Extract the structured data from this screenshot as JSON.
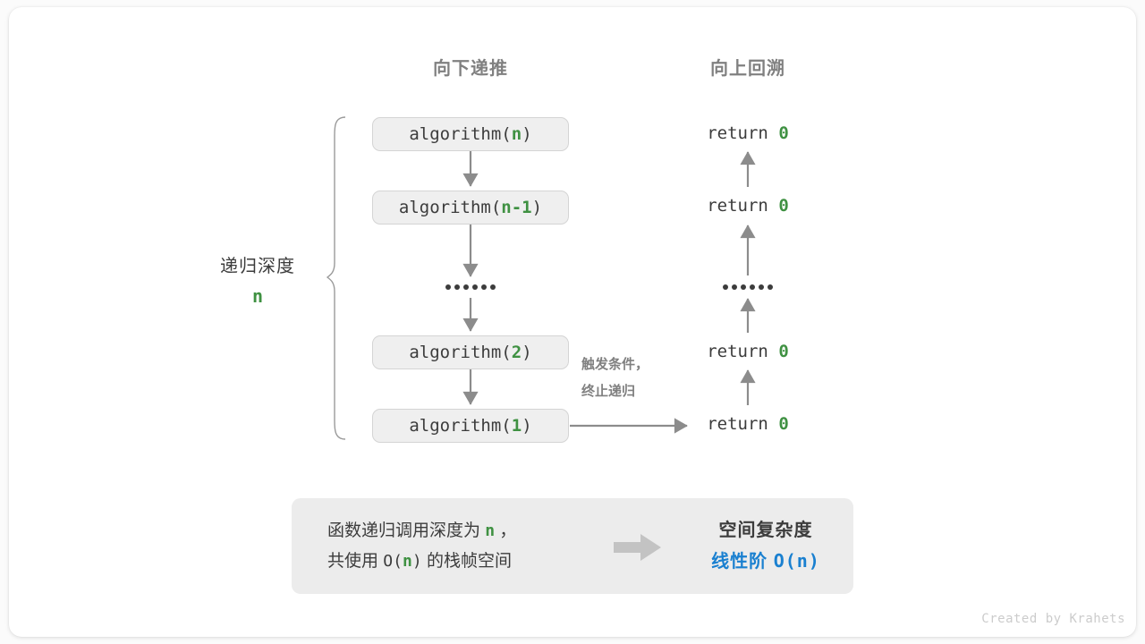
{
  "headers": {
    "down": "向下递推",
    "up": "向上回溯"
  },
  "call_stack": [
    {
      "prefix": "algorithm(",
      "arg": "n",
      "suffix": ")"
    },
    {
      "prefix": "algorithm(",
      "arg": "n-1",
      "suffix": ")"
    },
    {
      "prefix": "algorithm(",
      "arg": "2",
      "suffix": ")"
    },
    {
      "prefix": "algorithm(",
      "arg": "1",
      "suffix": ")"
    }
  ],
  "returns": [
    {
      "keyword": "return",
      "value": "0"
    },
    {
      "keyword": "return",
      "value": "0"
    },
    {
      "keyword": "return",
      "value": "0"
    },
    {
      "keyword": "return",
      "value": "0"
    }
  ],
  "depth": {
    "label": "递归深度",
    "value": "n"
  },
  "trigger_note": {
    "line1": "触发条件，",
    "line2": "终止递归"
  },
  "summary": {
    "left_line1_a": "函数递归调用深度为",
    "left_line1_n": "n",
    "left_line1_b": "，",
    "left_line2_a": "共使用",
    "left_line2_o": "O(",
    "left_line2_n": "n",
    "left_line2_c": ")",
    "left_line2_b": "的栈帧空间",
    "right_title": "空间复杂度",
    "right_value_text": "线性阶",
    "right_value_mono": "O(n)"
  },
  "credit": "Created by Krahets",
  "colors": {
    "accent_green": "#3f9142",
    "accent_blue": "#1a80d0",
    "text_dark": "#3c3c3c",
    "text_muted": "#808080",
    "box_fill": "#efefef",
    "panel_fill": "#ececec",
    "wire": "#8c8c8c"
  }
}
